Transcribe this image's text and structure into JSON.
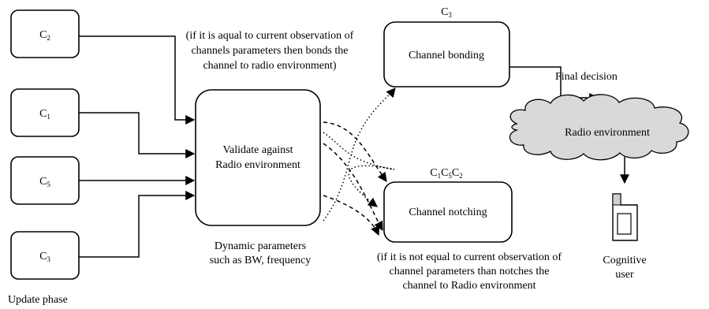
{
  "inputs": [
    {
      "base": "C",
      "sub": "2"
    },
    {
      "base": "C",
      "sub": "1"
    },
    {
      "base": "C",
      "sub": "5"
    },
    {
      "base": "C",
      "sub": "3"
    }
  ],
  "update_phase": "Update phase",
  "validate": {
    "line1": "Validate against",
    "line2": "Radio environment"
  },
  "dynamic_params": {
    "line1": "Dynamic parameters",
    "line2": "such as BW, frequency"
  },
  "top_note": {
    "line1": "(if it is aqual to current observation of",
    "line2": "channels parameters then bonds the",
    "line3": "channel to radio environment)"
  },
  "bonding": {
    "label": "Channel bonding",
    "tag": {
      "base": "C",
      "sub": "3"
    }
  },
  "notching": {
    "label": "Channel notching",
    "tag": [
      {
        "base": "C",
        "sub": "1"
      },
      {
        "base": "C",
        "sub": "5"
      },
      {
        "base": "C",
        "sub": "2"
      }
    ]
  },
  "bottom_note": {
    "line1": "(if it is not equal to current observation of",
    "line2": "channel parameters than notches the",
    "line3": "channel to Radio environment"
  },
  "final_decision": "Final decision",
  "radio_env": "Radio environment",
  "cognitive_user": {
    "line1": "Cognitive",
    "line2": "user"
  },
  "colors": {
    "cloud_fill": "#d9d9d9",
    "stroke": "#000000"
  },
  "icons": {
    "phone": "mobile-phone-icon",
    "cloud": "cloud-shape"
  }
}
